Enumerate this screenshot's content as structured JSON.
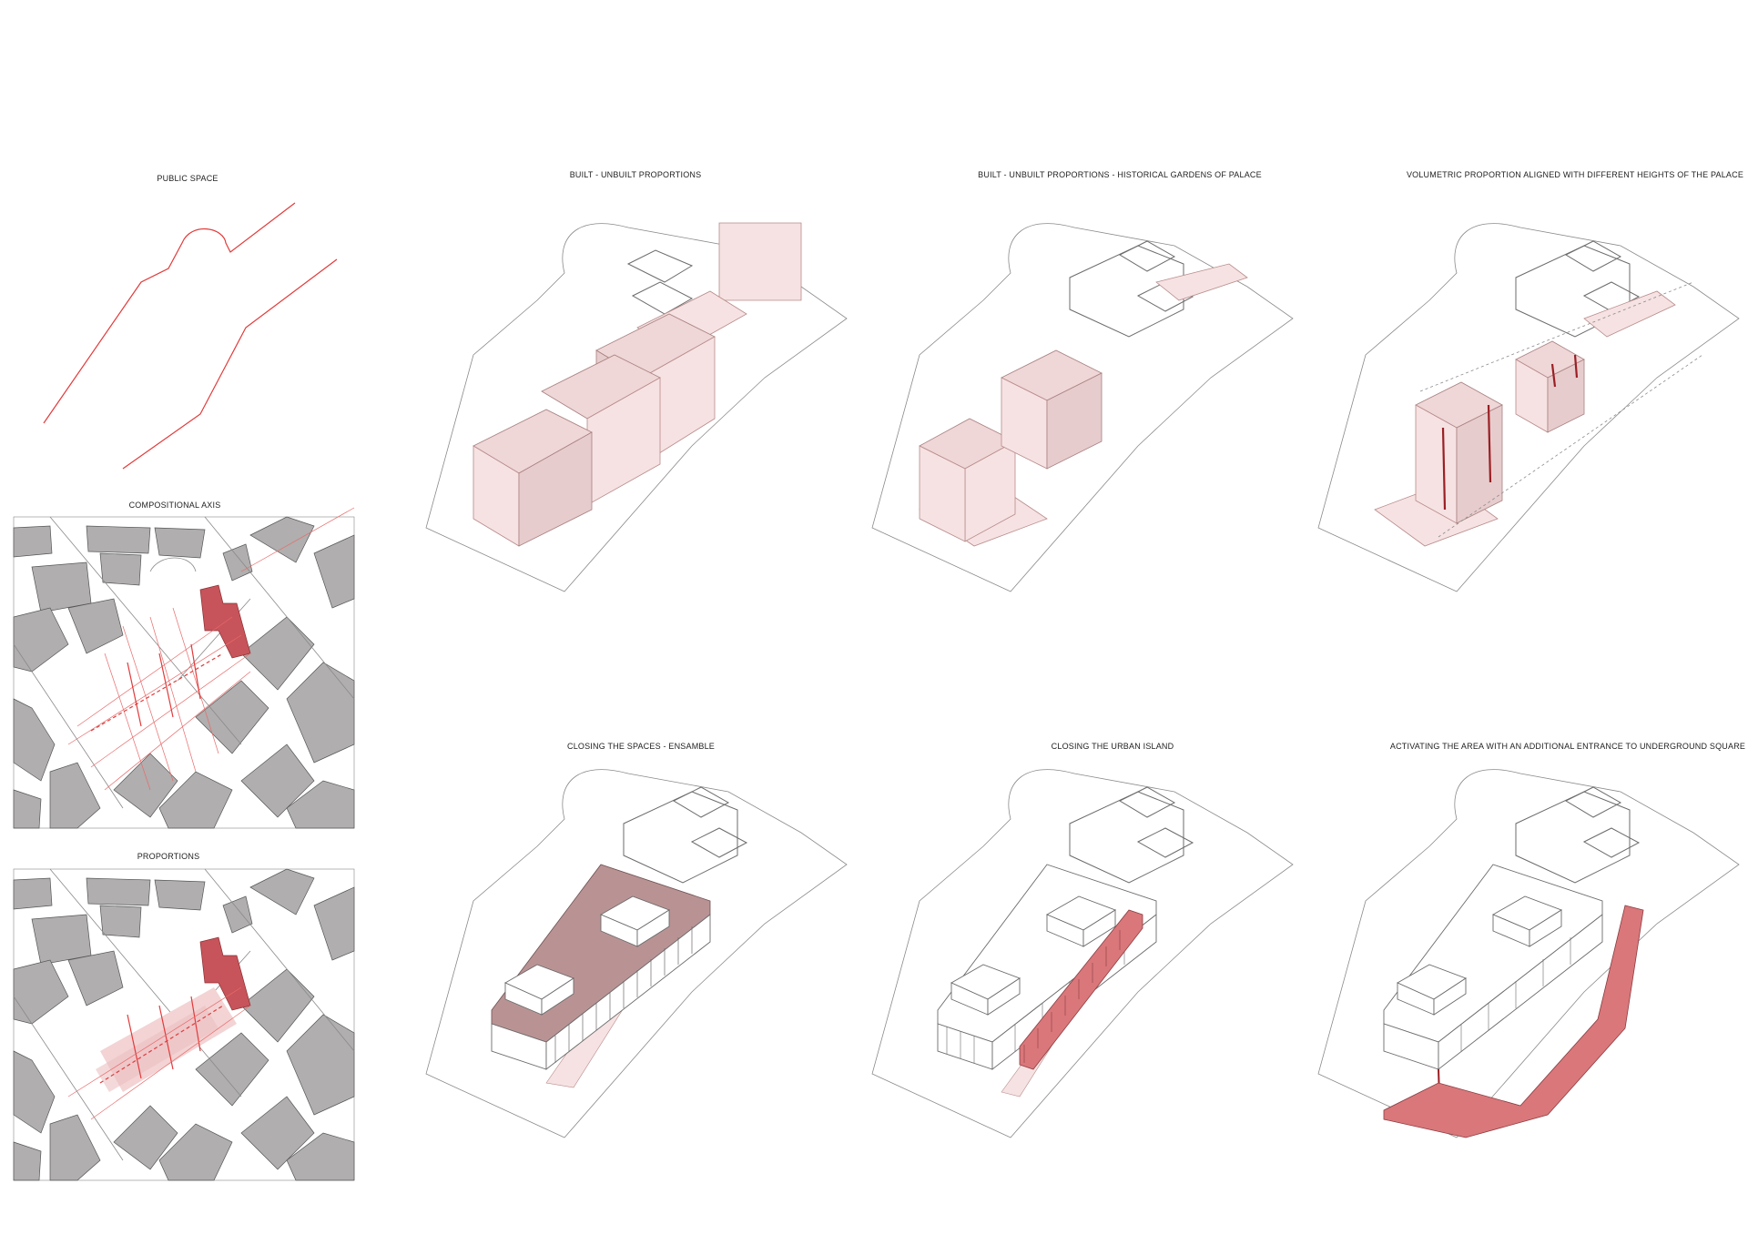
{
  "panels": {
    "public_space": {
      "title": "PUBLIC SPACE"
    },
    "compositional_axis": {
      "title": "COMPOSITIONAL AXIS"
    },
    "proportions": {
      "title": "PROPORTIONS"
    },
    "built_unbuilt": {
      "title": "BUILT - UNBUILT PROPORTIONS"
    },
    "historical_gardens": {
      "title": "BUILT - UNBUILT PROPORTIONS - HISTORICAL GARDENS OF PALACE"
    },
    "volumetric": {
      "title": "VOLUMETRIC PROPORTION ALIGNED WITH DIFFERENT HEIGHTS OF THE PALACE"
    },
    "closing_spaces": {
      "title": "CLOSING THE SPACES - ENSAMBLE"
    },
    "closing_island": {
      "title": "CLOSING THE URBAN ISLAND"
    },
    "activating": {
      "title": "ACTIVATING THE AREA WITH AN ADDITIONAL ENTRANCE TO UNDERGROUND SQUARE"
    }
  },
  "colors": {
    "line_red": "#e23a3a",
    "pink_light": "#f6e2e2",
    "pink_dark": "#e7cccd",
    "accent_red": "#c7545a",
    "salmon": "#d9777b",
    "mauve": "#b99394",
    "building_grey": "#b0aeae"
  }
}
